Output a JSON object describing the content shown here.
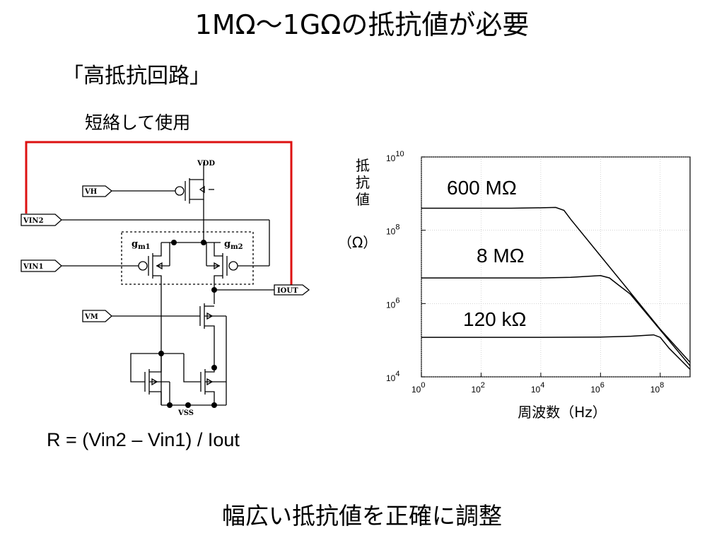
{
  "slide": {
    "title": "1MΩ～1GΩの抵抗値が必要",
    "subtitle": "「高抵抗回路」",
    "shorted_note": "短絡して使用",
    "formula": "R = (Vin2 – Vin1) / Iout",
    "footer": "幅広い抵抗値を正確に調整",
    "colors": {
      "short_wire": "#dd1111",
      "wire": "#000000"
    }
  },
  "circuit": {
    "VDD": "VDD",
    "VSS": "VSS",
    "VH": "VH",
    "VIN2": "VIN2",
    "VIN1": "VIN1",
    "VM": "VM",
    "IOUT": "IOUT",
    "gm1_main": "g",
    "gm1_sub": "m1",
    "gm2_main": "g",
    "gm2_sub": "m2"
  },
  "chart_data": {
    "type": "line",
    "ylabel": "抵抗値",
    "yunit": "（Ω）",
    "xlabel": "周波数（Hz）",
    "xscale": "log",
    "yscale": "log",
    "xlim": [
      1,
      1000000000
    ],
    "ylim": [
      10000,
      10000000000
    ],
    "x_tick_exponents": [
      0,
      2,
      4,
      6,
      8
    ],
    "y_tick_exponents": [
      4,
      6,
      8,
      10
    ],
    "grid": true,
    "series": [
      {
        "name": "600 MΩ",
        "x": [
          1,
          1000,
          10000,
          31623,
          60000,
          100000,
          1000000,
          10000000,
          100000000,
          1000000000
        ],
        "y": [
          400000000,
          400000000,
          410000000,
          420000000,
          350000000,
          200000000,
          20000000,
          2000000,
          200000,
          25000
        ]
      },
      {
        "name": "8 MΩ",
        "x": [
          1,
          10000,
          100000,
          1000000,
          2000000,
          4000000,
          10000000,
          100000000,
          1000000000
        ],
        "y": [
          5000000,
          5000000,
          5200000,
          5800000,
          5000000,
          3200000,
          1800000,
          190000,
          20000
        ]
      },
      {
        "name": "120 kΩ",
        "x": [
          1,
          10000,
          1000000,
          10000000,
          60000000,
          100000000,
          200000000,
          1000000000
        ],
        "y": [
          120000,
          120000,
          122000,
          128000,
          140000,
          120000,
          60000,
          16000
        ]
      }
    ]
  }
}
